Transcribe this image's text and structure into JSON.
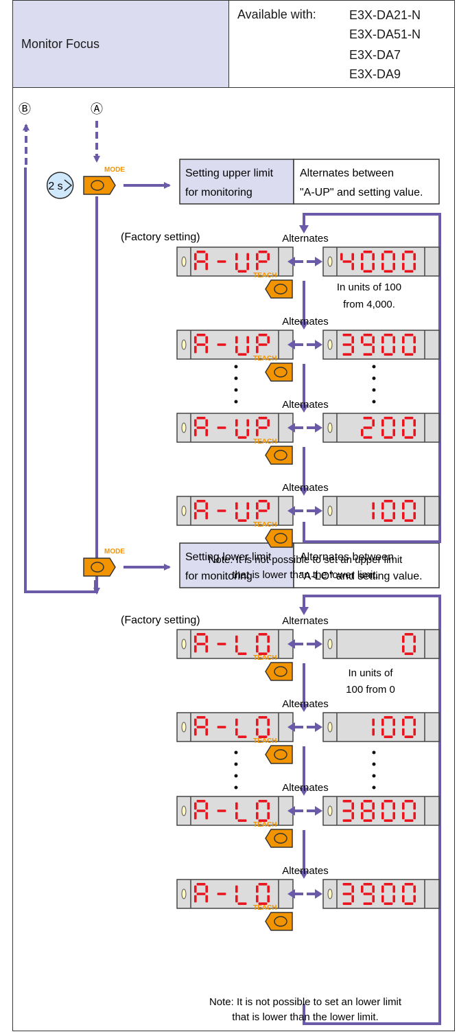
{
  "header": {
    "title": "Monitor Focus",
    "available_label": "Available with:",
    "models": [
      "E3X-DA21-N",
      "E3X-DA51-N",
      "E3X-DA7",
      "E3X-DA9"
    ]
  },
  "markers": {
    "a": "Ⓐ",
    "b": "Ⓑ"
  },
  "hold_time": "2 s",
  "mode_label": "MODE",
  "teach_label": "TEACH",
  "alternates": "Alternates",
  "factory_setting": "(Factory setting)",
  "upper": {
    "box_label_1": "Setting upper limit",
    "box_label_2": "for monitoring",
    "desc_1": "Alternates between",
    "desc_2": "\"A-UP\" and setting value.",
    "left_display": "A-UP",
    "values": [
      "4000",
      "3900",
      "200",
      "100"
    ],
    "units_note_1": "In units of 100",
    "units_note_2": "from 4,000.",
    "note_1": "Note: It is not possible to set an upper limit",
    "note_2": "that is lower than the lower limit."
  },
  "lower": {
    "box_label_1": "Setting lower limit",
    "box_label_2": "for monitoring",
    "desc_1": "Alternates between",
    "desc_2": "\"A-LO\" and setting value.",
    "left_display": "A-LO",
    "values": [
      "0",
      "100",
      "3800",
      "3900"
    ],
    "units_note_1": "In units of",
    "units_note_2": "100 from 0",
    "note_1": "Note: It is not possible to set an lower limit",
    "note_2": "that is lower than the lower limit."
  },
  "colors": {
    "flow": "#6a5aa8",
    "button": "#f29400",
    "led": "#e8141e",
    "panel": "#dcdcdc",
    "header_fill": "#dcdcf0"
  }
}
